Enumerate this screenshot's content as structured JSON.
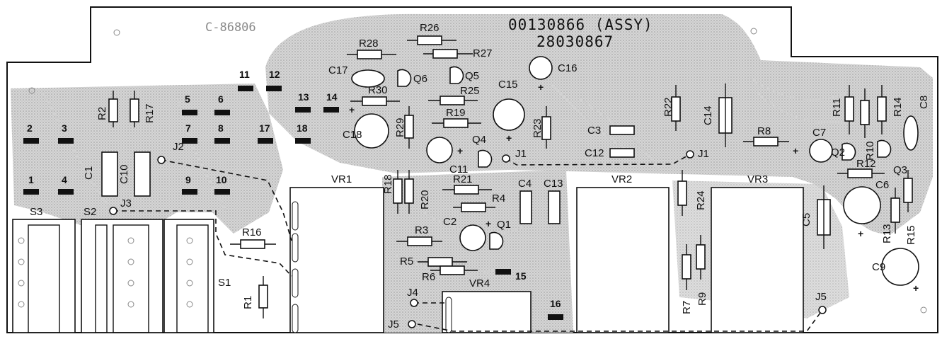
{
  "board": {
    "assembly_number": "00130866 (ASSY)",
    "board_number": "28030867",
    "mirrored_text": "C-86806"
  },
  "colors": {
    "copper_shade": "#c9c9c9",
    "outline": "#111111",
    "background": "#ffffff"
  },
  "resistors": [
    "R1",
    "R2",
    "R3",
    "R4",
    "R5",
    "R6",
    "R7",
    "R8",
    "R9",
    "R10",
    "R11",
    "R12",
    "R13",
    "R14",
    "R15",
    "R16",
    "R17",
    "R18",
    "R19",
    "R20",
    "R21",
    "R22",
    "R23",
    "R24",
    "R25",
    "R26",
    "R27",
    "R28",
    "R29",
    "R30"
  ],
  "capacitors": [
    "C1",
    "C2",
    "C3",
    "C4",
    "C5",
    "C6",
    "C7",
    "C8",
    "C9",
    "C10",
    "C11",
    "C12",
    "C13",
    "C14",
    "C15",
    "C16",
    "C17",
    "C18"
  ],
  "transistors": [
    "Q1",
    "Q2",
    "Q3",
    "Q4",
    "Q5",
    "Q6"
  ],
  "potentiometers": [
    "VR1",
    "VR2",
    "VR3",
    "VR4"
  ],
  "switches": [
    "S1",
    "S2",
    "S3"
  ],
  "jumpers": [
    "J1",
    "J2",
    "J3",
    "J4",
    "J5"
  ],
  "pads": [
    "1",
    "2",
    "3",
    "4",
    "5",
    "6",
    "7",
    "8",
    "9",
    "10",
    "11",
    "12",
    "13",
    "14",
    "15",
    "16",
    "17",
    "18"
  ],
  "polarity_mark": "+"
}
